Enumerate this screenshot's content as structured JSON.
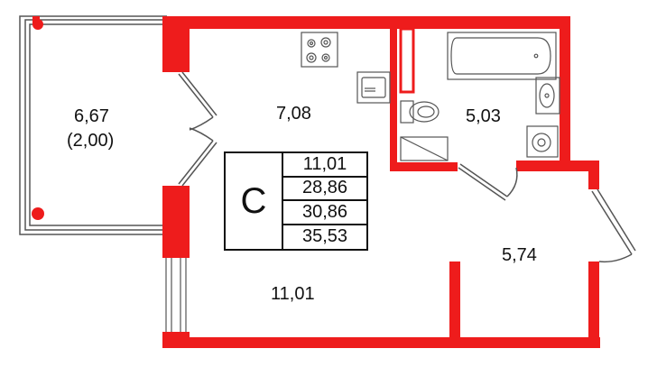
{
  "colors": {
    "wall": "#ee1c1c",
    "line": "#555555",
    "text": "#111111",
    "background": "#ffffff"
  },
  "rooms": {
    "balcony": {
      "area": "6,67",
      "area_reduced": "(2,00)"
    },
    "kitchen": {
      "area": "7,08"
    },
    "bathroom": {
      "area": "5,03"
    },
    "hall": {
      "area": "5,74"
    },
    "living": {
      "area": "11,01"
    }
  },
  "summary": {
    "letter": "С",
    "values": [
      "11,01",
      "28,86",
      "30,86",
      "35,53"
    ]
  },
  "fixtures": [
    "stove-icon",
    "sink-icon",
    "bathtub-icon",
    "toilet-icon",
    "washbasin-icon",
    "washing-machine-icon"
  ]
}
